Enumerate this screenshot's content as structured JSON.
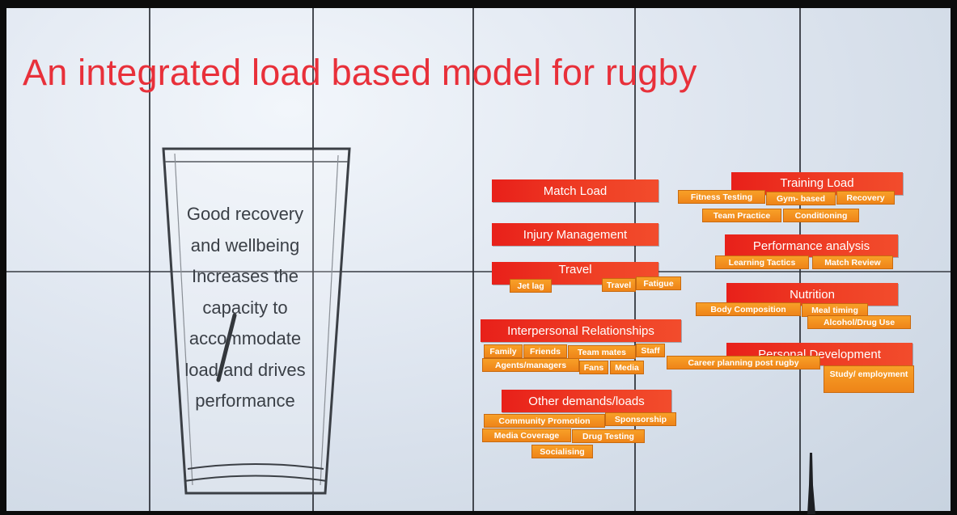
{
  "slide": {
    "title": "An integrated load based model for rugby",
    "glass_text": [
      "Good recovery",
      "and wellbeing",
      "Increases the",
      "capacity to",
      "accommodate",
      "load and drives",
      "performance"
    ]
  },
  "groups": {
    "match_load": {
      "label": "Match Load"
    },
    "injury_management": {
      "label": "Injury Management"
    },
    "travel": {
      "label": "Travel",
      "items": [
        "Jet lag",
        "Travel",
        "Fatigue"
      ]
    },
    "interpersonal": {
      "label": "Interpersonal Relationships",
      "items": [
        "Family",
        "Friends",
        "Team mates",
        "Staff",
        "Agents/managers",
        "Fans",
        "Media"
      ]
    },
    "other_demands": {
      "label": "Other demands/loads",
      "items": [
        "Community Promotion",
        "Sponsorship",
        "Media Coverage",
        "Drug Testing",
        "Socialising"
      ]
    },
    "training_load": {
      "label": "Training Load",
      "items": [
        "Fitness Testing",
        "Gym- based",
        "Recovery",
        "Team Practice",
        "Conditioning"
      ]
    },
    "performance_analysis": {
      "label": "Performance analysis",
      "items": [
        "Learning Tactics",
        "Match Review"
      ]
    },
    "nutrition": {
      "label": "Nutrition",
      "items": [
        "Body Composition",
        "Meal timing",
        "Alcohol/Drug Use"
      ]
    },
    "personal_development": {
      "label": "Personal Development",
      "items": [
        "Career planning post rugby",
        "Study/ employment"
      ]
    }
  },
  "colors": {
    "title": "#e8303a",
    "header_red": "#e8201a",
    "tag_orange": "#f39020"
  }
}
